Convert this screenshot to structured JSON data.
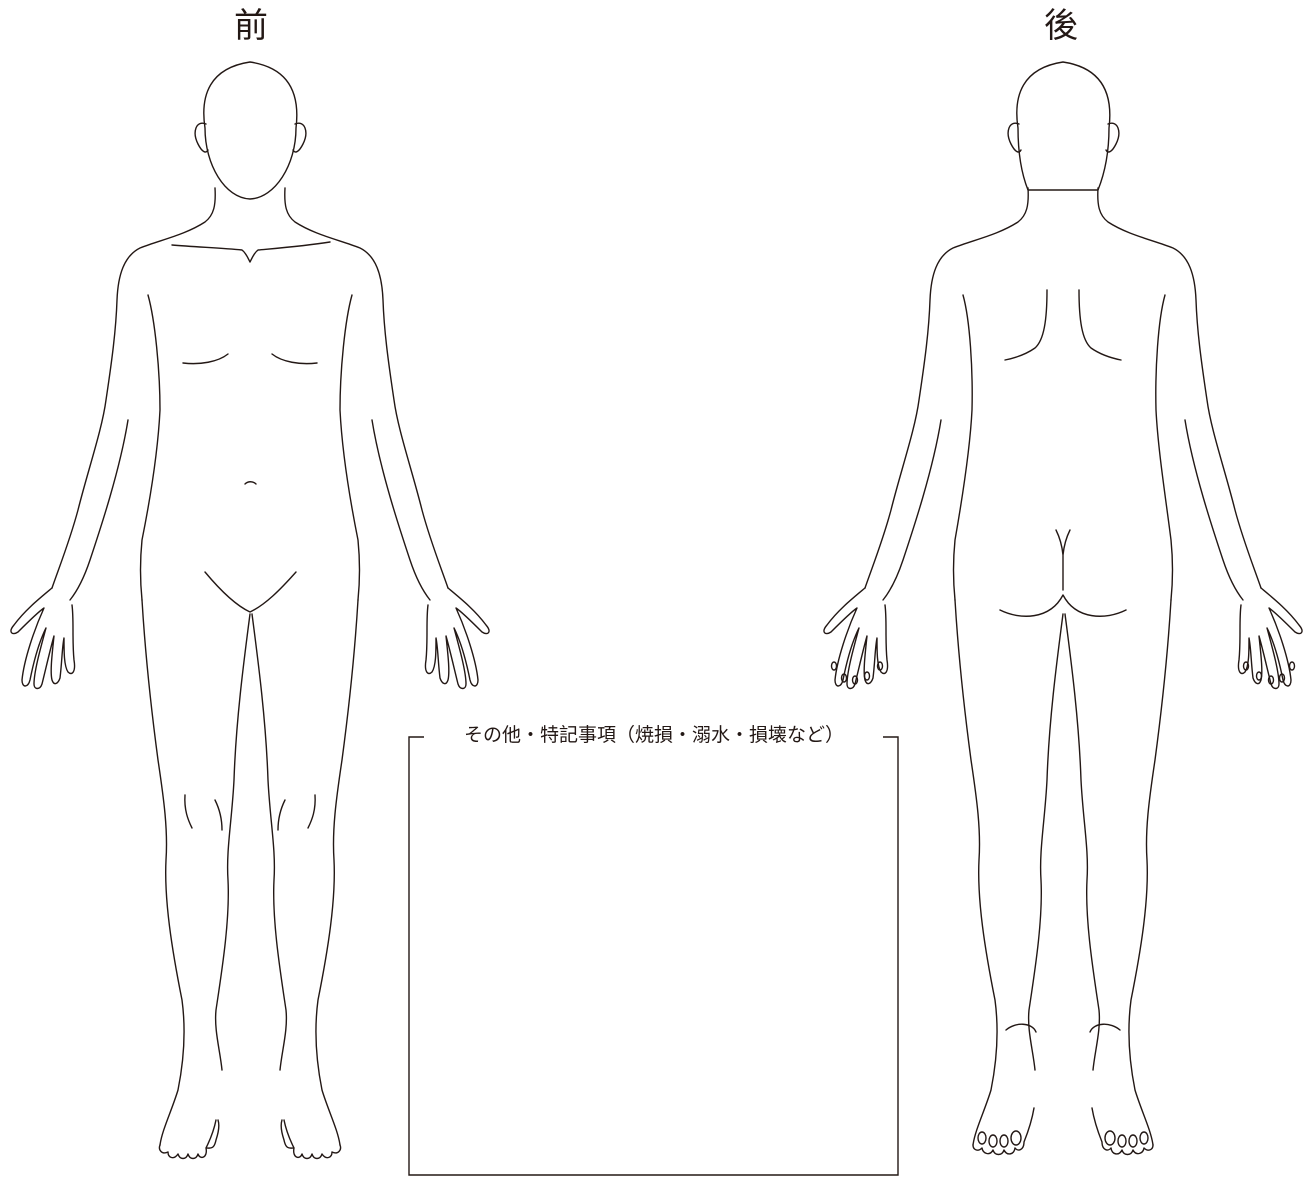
{
  "views": {
    "front_label": "前",
    "back_label": "後"
  },
  "notes": {
    "title": "その他・特記事項（焼損・溺水・損壊など）",
    "content": ""
  },
  "colors": {
    "line": "#231815",
    "background": "#ffffff"
  }
}
